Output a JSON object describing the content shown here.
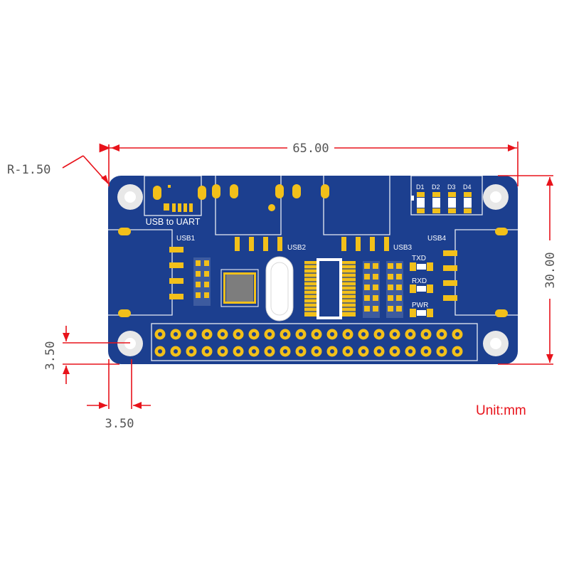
{
  "dimensions": {
    "width": "65.00",
    "height": "30.00",
    "corner_radius": "R-1.50",
    "hole_offset_x": "3.50",
    "hole_offset_y": "3.50"
  },
  "unit_label": "Unit:mm",
  "board_labels": {
    "usb_to_uart": "USB to UART",
    "usb1": "USB1",
    "usb2": "USB2",
    "usb3": "USB3",
    "usb4": "USB4",
    "d1": "D1",
    "d2": "D2",
    "d3": "D3",
    "d4": "D4",
    "txd": "TXD",
    "rxd": "RXD",
    "pwr": "PWR"
  },
  "colors": {
    "board": "#1c3f8f",
    "pad": "#f2c01a",
    "dimension": "#e8131b",
    "text": "#555555"
  }
}
